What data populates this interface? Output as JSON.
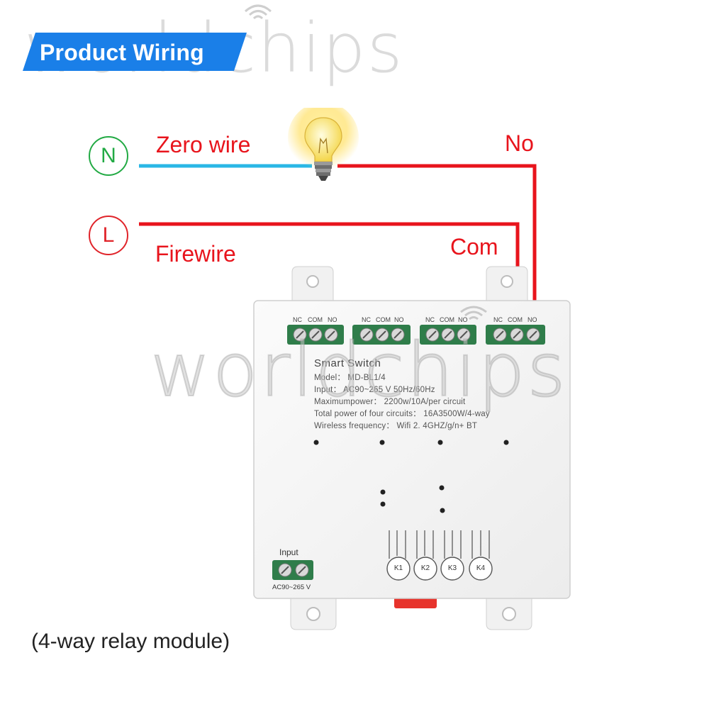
{
  "header": {
    "title": "Product Wiring",
    "watermark": "worldchips"
  },
  "wiring": {
    "neutral_symbol": "N",
    "live_symbol": "L",
    "zero_wire_label": "Zero wire",
    "firewire_label": "Firewire",
    "no_label": "No",
    "com_label": "Com"
  },
  "device": {
    "watermark": "worldchips",
    "title": "Smart Switch",
    "specs": [
      "Model： MD-BL1/4",
      "Input：  AC90~265 V  50Hz/60Hz",
      "Maximumpower： 2200w/10A/per circuit",
      "Total power of four circuits： 16A3500W/4-way",
      "Wireless frequency： Wifi 2. 4GHZ/g/n+ BT"
    ],
    "terminal_blocks": [
      {
        "nc": "NC",
        "com": "COM",
        "no": "NO"
      },
      {
        "nc": "NC",
        "com": "COM",
        "no": "NO"
      },
      {
        "nc": "NC",
        "com": "COM",
        "no": "NO"
      },
      {
        "nc": "NC",
        "com": "COM",
        "no": "NO"
      }
    ],
    "input_label": "Input",
    "input_voltage": "AC90~265 V",
    "keys": [
      "K1",
      "K2",
      "K3",
      "K4"
    ]
  },
  "caption": "(4-way relay module)",
  "colors": {
    "banner": "#1a7fe8",
    "wire_live": "#e8141c",
    "wire_neutral": "#2ab7e6",
    "neutral_circle": "#22aa44",
    "live_circle": "#e0242a",
    "terminal_green": "#2f7d4a"
  },
  "icons": [
    "light-bulb-icon",
    "wifi-icon"
  ]
}
